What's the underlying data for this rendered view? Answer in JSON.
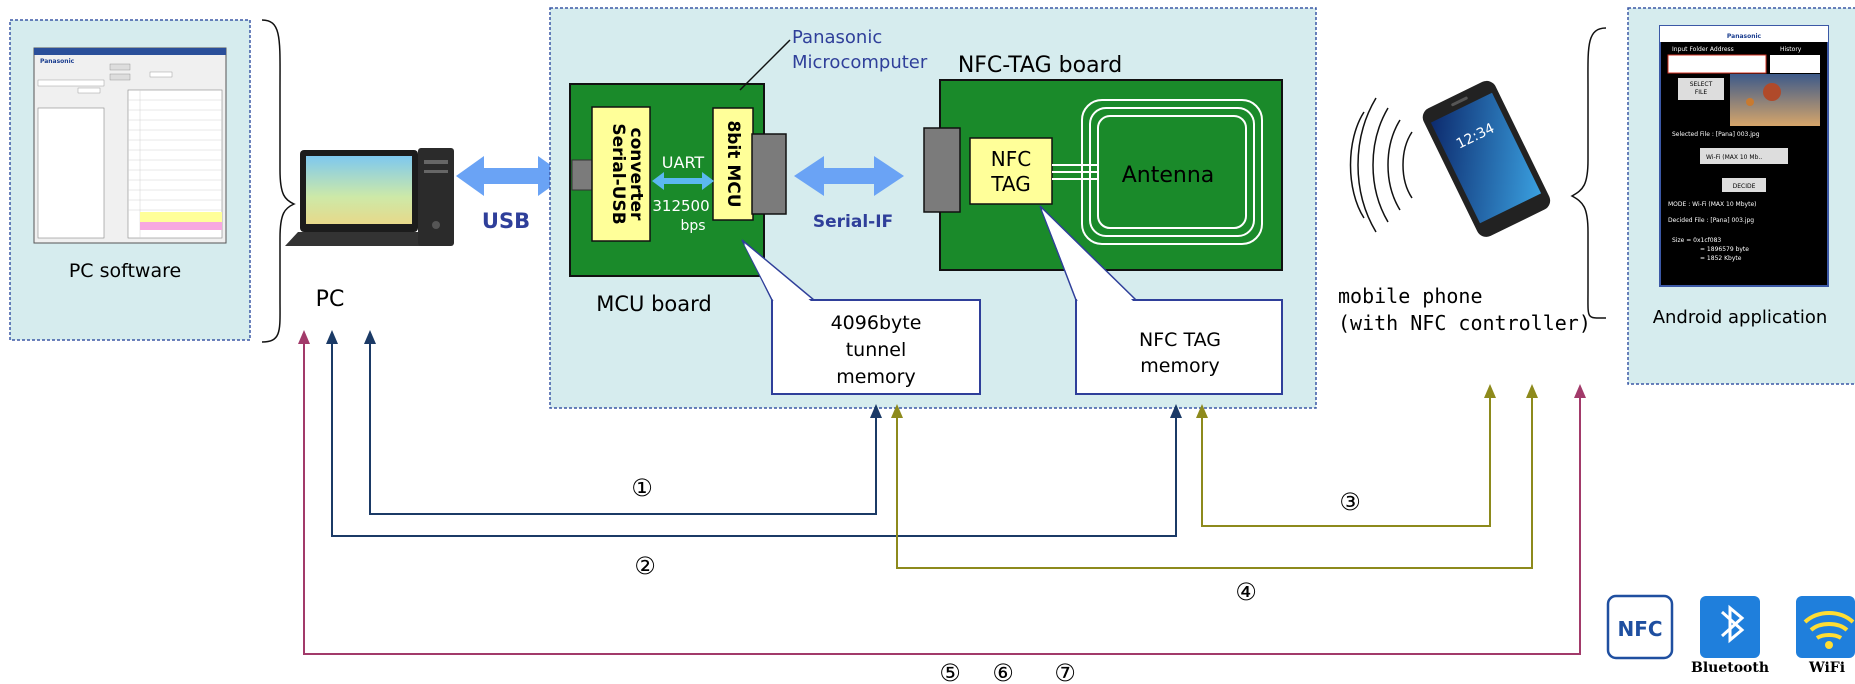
{
  "pc_software": {
    "label": "PC software",
    "window_brand": "Panasonic"
  },
  "pc": {
    "label": "PC"
  },
  "usb": {
    "label": "USB"
  },
  "mcu_board": {
    "label": "MCU board",
    "serial_usb": [
      "Serial-USB",
      "converter"
    ],
    "uart": {
      "label": "UART",
      "rate": "312500",
      "unit": "bps"
    },
    "mcu": "8bit MCU",
    "microcomputer_callout": [
      "Panasonic",
      "Microcomputer"
    ]
  },
  "serial_if": {
    "label": "Serial-IF"
  },
  "nfc_tag_board": {
    "label": "NFC-TAG board",
    "nfc_tag": [
      "NFC",
      "TAG"
    ],
    "antenna": "Antenna"
  },
  "callouts": {
    "tunnel_memory": [
      "4096byte",
      "tunnel",
      "memory"
    ],
    "nfc_tag_memory": [
      "NFC TAG",
      "memory"
    ]
  },
  "mobile": {
    "label": [
      "mobile phone",
      "(with NFC controller)"
    ],
    "clock": "12:34"
  },
  "android_app": {
    "label": "Android application",
    "brand": "Panasonic",
    "input_folder": "Input Folder Address",
    "history": "History",
    "select_file": [
      "SELECT",
      "FILE"
    ],
    "selected_file": "Selected File : [Pana] 003.jpg",
    "wifi_option": "Wi-Fi (MAX 10 Mb..",
    "decide": "DECIDE",
    "mode": "MODE : Wi-Fi (MAX 10 Mbyte)",
    "decided_file": "Decided File : [Pana] 003.jpg",
    "size_lines": [
      "Size = 0x1cf083",
      "= 1896579 byte",
      "= 1852 Kbyte"
    ]
  },
  "paths": {
    "p1": "①",
    "p2": "②",
    "p3": "③",
    "p4": "④",
    "p5": "⑤",
    "p6": "⑥",
    "p7": "⑦"
  },
  "logos": {
    "nfc": "NFC",
    "bluetooth": "Bluetooth",
    "wifi": "WiFi"
  },
  "colors": {
    "panel_bg": "#d6ecee",
    "panel_border": "#3b58a6",
    "board_green": "#1a8a2a",
    "chip_yellow": "#ffff99",
    "arrow_blue": "#6aa3f5",
    "line_navy": "#1b3a66",
    "line_olive": "#8d8a1c",
    "line_magenta": "#a23a6a",
    "label_blue": "#2f3f9a"
  }
}
